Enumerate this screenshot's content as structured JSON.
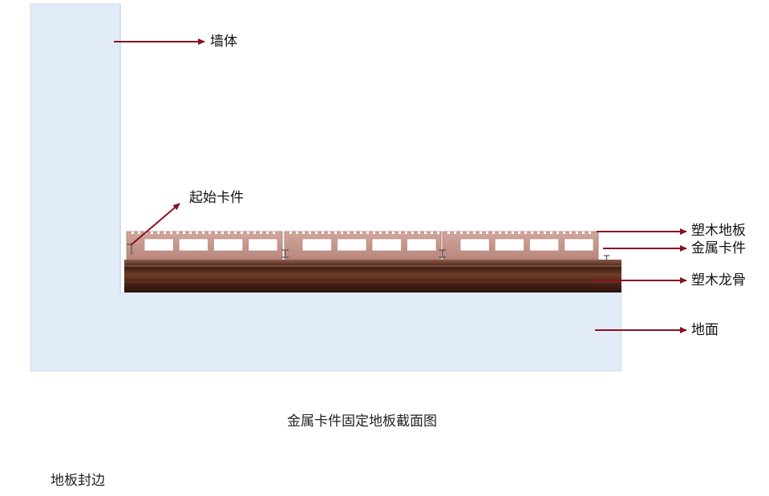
{
  "labels": {
    "wall": "墙体",
    "start_clip": "起始卡件",
    "wpc_board": "塑木地板",
    "metal_clip": "金属卡件",
    "wpc_joist": "塑木龙骨",
    "ground": "地面"
  },
  "caption": "金属卡件固定地板截面图",
  "section_heading": "地板封边",
  "colors": {
    "wall_fill": "#e2ecf8",
    "board": "#c3938b",
    "board_light": "#d9b4aa",
    "joist": "#5a2e1e",
    "arrow": "#8a1020"
  }
}
